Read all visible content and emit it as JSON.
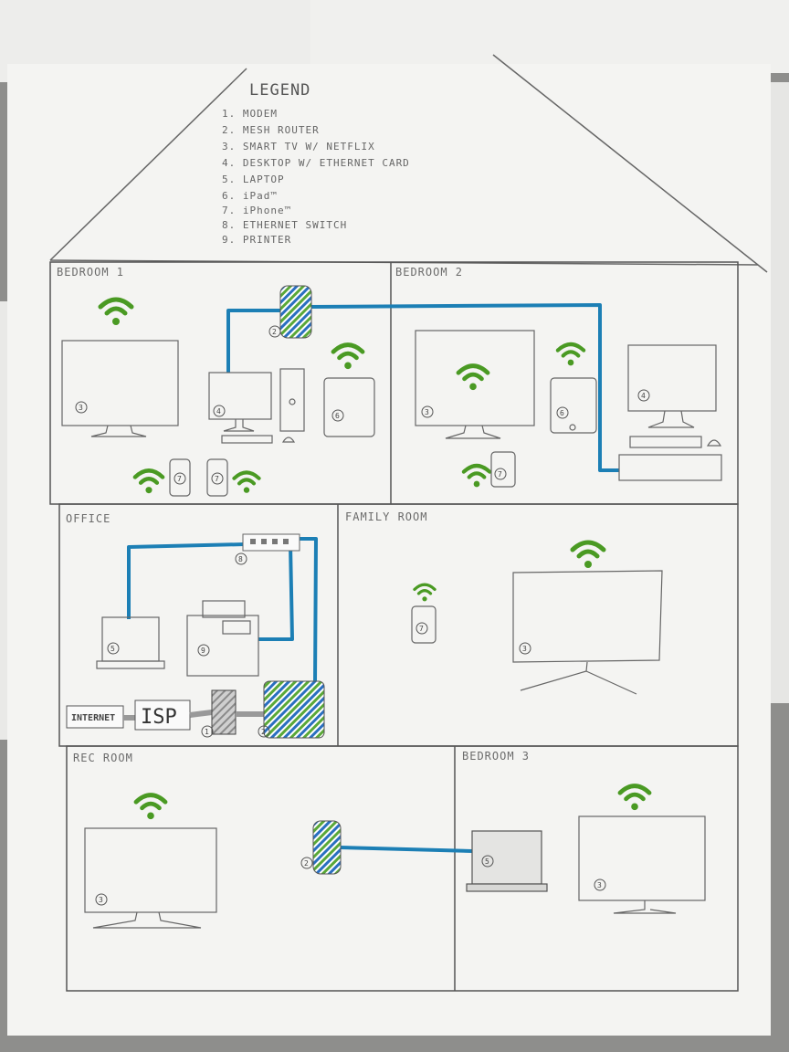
{
  "legend": {
    "title": "LEGEND",
    "items": [
      "1. MODEM",
      "2. MESH ROUTER",
      "3. SMART TV W/ NETFLIX",
      "4. DESKTOP W/ ETHERNET CARD",
      "5. LAPTOP",
      "6. iPad™",
      "7. iPhone™",
      "8. ETHERNET SWITCH",
      "9. PRINTER"
    ]
  },
  "rooms": {
    "bedroom1": "BEDROOM 1",
    "bedroom2": "BEDROOM 2",
    "office": "OFFICE",
    "family": "FAMILY ROOM",
    "rec": "REC ROOM",
    "bedroom3": "BEDROOM 3"
  },
  "office": {
    "internet": "INTERNET",
    "isp": "ISP"
  },
  "badges": {
    "modem": "1",
    "router": "2",
    "tv": "3",
    "desktop": "4",
    "laptop": "5",
    "ipad": "6",
    "iphone": "7",
    "switch": "8",
    "printer": "9"
  },
  "colors": {
    "cable": "#1c7fb5",
    "wifi": "#4a9a23",
    "router_stripe_blue": "#2a6fc0",
    "router_stripe_green": "#5aa838",
    "pencil": "#555555",
    "paper": "#f4f4f2"
  }
}
